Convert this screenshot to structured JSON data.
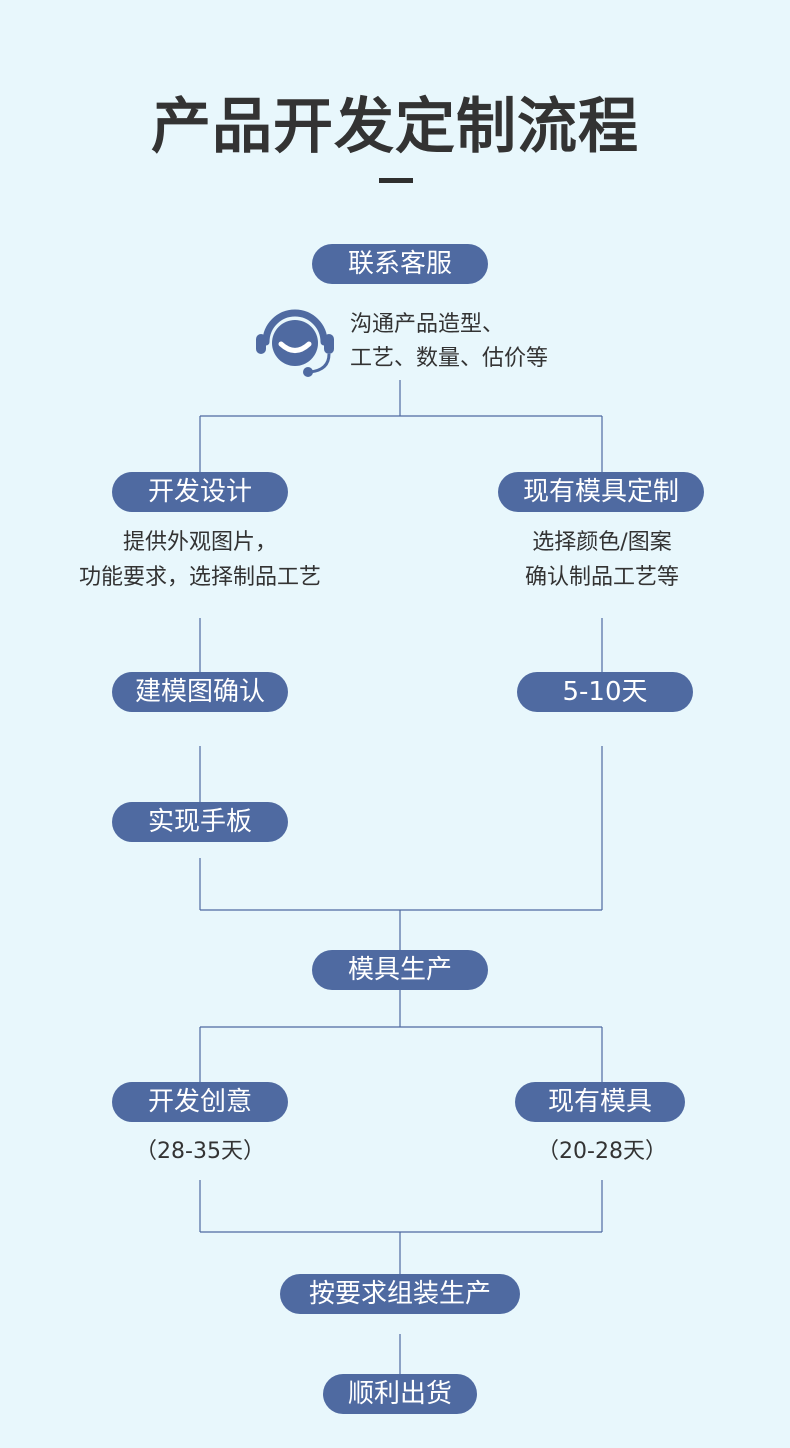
{
  "title": "产品开发定制流程",
  "colors": {
    "background": "#e8f7fc",
    "pill": "#4f6aa1",
    "line": "#4f6aa1",
    "text": "#333333"
  },
  "icons": {
    "service": "headset-agent-icon"
  },
  "steps": {
    "contact": {
      "label": "联系客服",
      "desc": [
        "沟通产品造型、",
        "工艺、数量、估价等"
      ]
    },
    "design": {
      "label": "开发设计",
      "desc": [
        "提供外观图片，",
        "功能要求，选择制品工艺"
      ]
    },
    "existing_mold": {
      "label": "现有模具定制",
      "desc": [
        "选择颜色/图案",
        "确认制品工艺等"
      ]
    },
    "model_confirm": {
      "label": "建模图确认"
    },
    "duration": {
      "label": "5-10天"
    },
    "prototype": {
      "label": "实现手板"
    },
    "mold_production": {
      "label": "模具生产"
    },
    "creative": {
      "label": "开发创意",
      "desc": "（28-35天）"
    },
    "existing": {
      "label": "现有模具",
      "desc": "（20-28天）"
    },
    "assembly": {
      "label": "按要求组装生产"
    },
    "shipping": {
      "label": "顺利出货"
    }
  }
}
